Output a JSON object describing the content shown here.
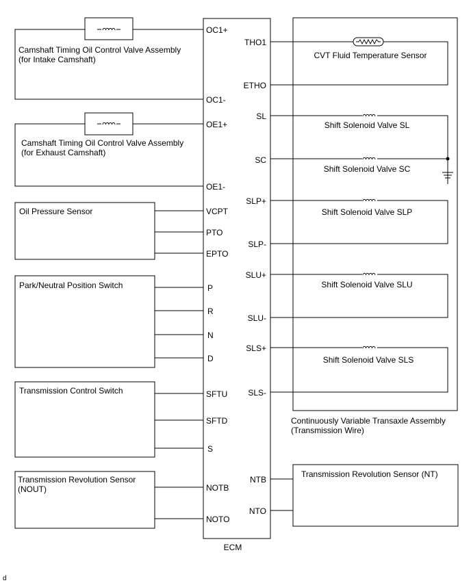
{
  "ecm": {
    "label": "ECM"
  },
  "left_components": {
    "intake_ocv": {
      "line1": "Camshaft Timing Oil Control Valve Assembly",
      "line2": "(for Intake Camshaft)"
    },
    "exhaust_ocv": {
      "line1": "Camshaft Timing Oil Control Valve Assembly",
      "line2": "(for Exhaust Camshaft)"
    },
    "oil_pressure": {
      "label": "Oil Pressure Sensor"
    },
    "park_neutral": {
      "label": "Park/Neutral Position Switch"
    },
    "trans_control": {
      "label": "Transmission Control Switch"
    },
    "trans_rev_nout": {
      "line1": "Transmission Revolution Sensor",
      "line2": "(NOUT)"
    }
  },
  "left_pins": {
    "oc1p": "OC1+",
    "oc1m": "OC1-",
    "oe1p": "OE1+",
    "oe1m": "OE1-",
    "vcpt": "VCPT",
    "pto": "PTO",
    "epto": "EPTO",
    "p": "P",
    "r": "R",
    "n": "N",
    "d": "D",
    "sftu": "SFTU",
    "sftd": "SFTD",
    "s": "S",
    "notb": "NOTB",
    "noto": "NOTO"
  },
  "right_pins": {
    "tho1": "THO1",
    "etho": "ETHO",
    "sl": "SL",
    "sc": "SC",
    "slpp": "SLP+",
    "slpm": "SLP-",
    "slup": "SLU+",
    "slum": "SLU-",
    "slsp": "SLS+",
    "slsm": "SLS-",
    "ntb": "NTB",
    "nto": "NTO"
  },
  "right_components": {
    "cvt_temp": {
      "label": "CVT Fluid Temperature Sensor"
    },
    "sv_sl": {
      "label": "Shift Solenoid Valve SL"
    },
    "sv_sc": {
      "label": "Shift Solenoid Valve SC"
    },
    "sv_slp": {
      "label": "Shift Solenoid Valve SLP"
    },
    "sv_slu": {
      "label": "Shift Solenoid Valve SLU"
    },
    "sv_sls": {
      "label": "Shift Solenoid Valve SLS"
    },
    "transaxle": {
      "line1": "Continuously Variable Transaxle Assembly",
      "line2": "(Transmission Wire)"
    },
    "trans_rev_nt": {
      "label": "Transmission Revolution Sensor (NT)"
    }
  },
  "footer": {
    "code": "d"
  }
}
